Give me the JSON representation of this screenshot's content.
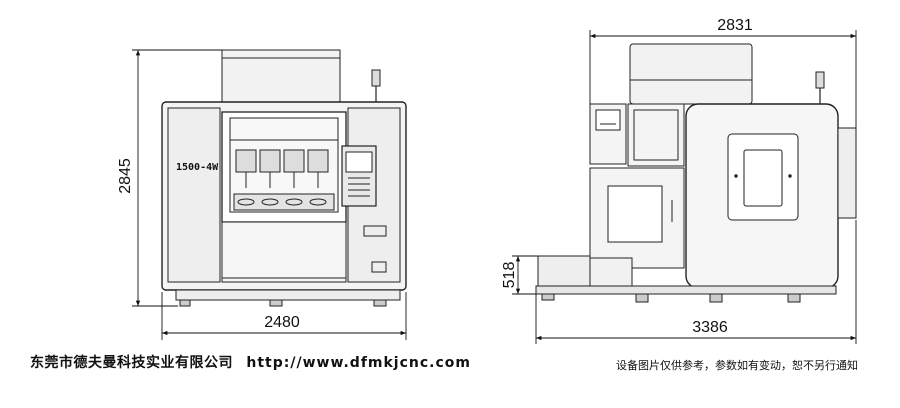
{
  "front_view": {
    "model_label": "1500-4W",
    "dimensions": {
      "width": "2480",
      "height": "2845"
    }
  },
  "side_view": {
    "dimensions": {
      "top_width": "2831",
      "bottom_width": "3386",
      "base_height": "518"
    }
  },
  "footer": {
    "company": "东莞市德夫曼科技实业有限公司",
    "url": "http://www.dfmkjcnc.com",
    "disclaimer": "设备图片仅供参考，参数如有变动，恕不另行通知"
  }
}
